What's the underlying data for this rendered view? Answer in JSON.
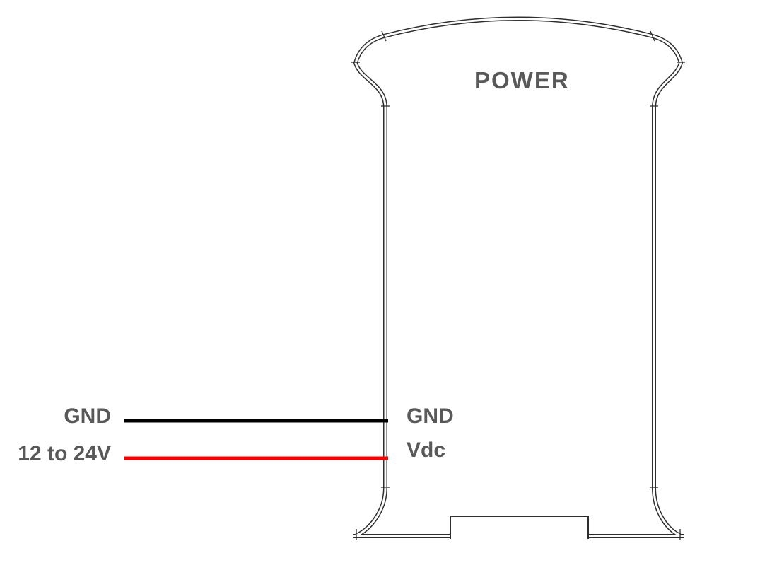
{
  "device": {
    "label": "POWER",
    "pins": [
      {
        "label": "GND"
      },
      {
        "label": "Vdc"
      }
    ]
  },
  "wires": [
    {
      "label": "GND",
      "color": "#000000",
      "connects_to_pin": "GND"
    },
    {
      "label": "12 to 24V",
      "color": "#fb0000",
      "connects_to_pin": "Vdc"
    }
  ],
  "colors": {
    "outline": "#2e2e2e",
    "text": "#595959",
    "background": "#ffffff"
  }
}
